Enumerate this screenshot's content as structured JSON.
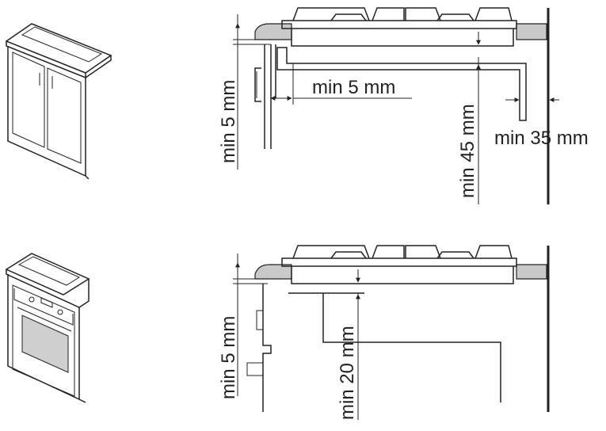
{
  "top_diagram": {
    "label_vertical_left": "min 5 mm",
    "label_horizontal_mid": "min 5 mm",
    "label_vertical_right": "min 45 mm",
    "label_horizontal_right": "min 35 mm"
  },
  "bottom_diagram": {
    "label_vertical_left": "min 5 mm",
    "label_vertical_mid": "min 20 mm"
  },
  "colors": {
    "line": "#222222",
    "worktop_fill": "#c9c9c9",
    "panel_fill": "#cfcfcf"
  }
}
